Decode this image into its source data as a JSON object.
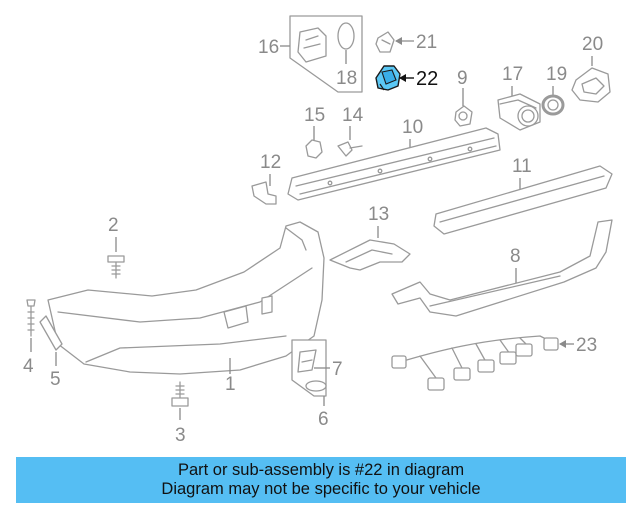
{
  "callouts": {
    "c1": "1",
    "c2": "2",
    "c3": "3",
    "c4": "4",
    "c5": "5",
    "c6": "6",
    "c7": "7",
    "c8": "8",
    "c9": "9",
    "c10": "10",
    "c11": "11",
    "c12": "12",
    "c13": "13",
    "c14": "14",
    "c15": "15",
    "c16": "16",
    "c17": "17",
    "c18": "18",
    "c19": "19",
    "c20": "20",
    "c21": "21",
    "c22": "22",
    "c23": "23"
  },
  "highlight": {
    "part": "22",
    "color": "#5bc8f5"
  },
  "banner": {
    "line1": "Part or sub-assembly is #22 in diagram",
    "line2": "Diagram may not be specific to your vehicle",
    "color": "#55bef3"
  }
}
